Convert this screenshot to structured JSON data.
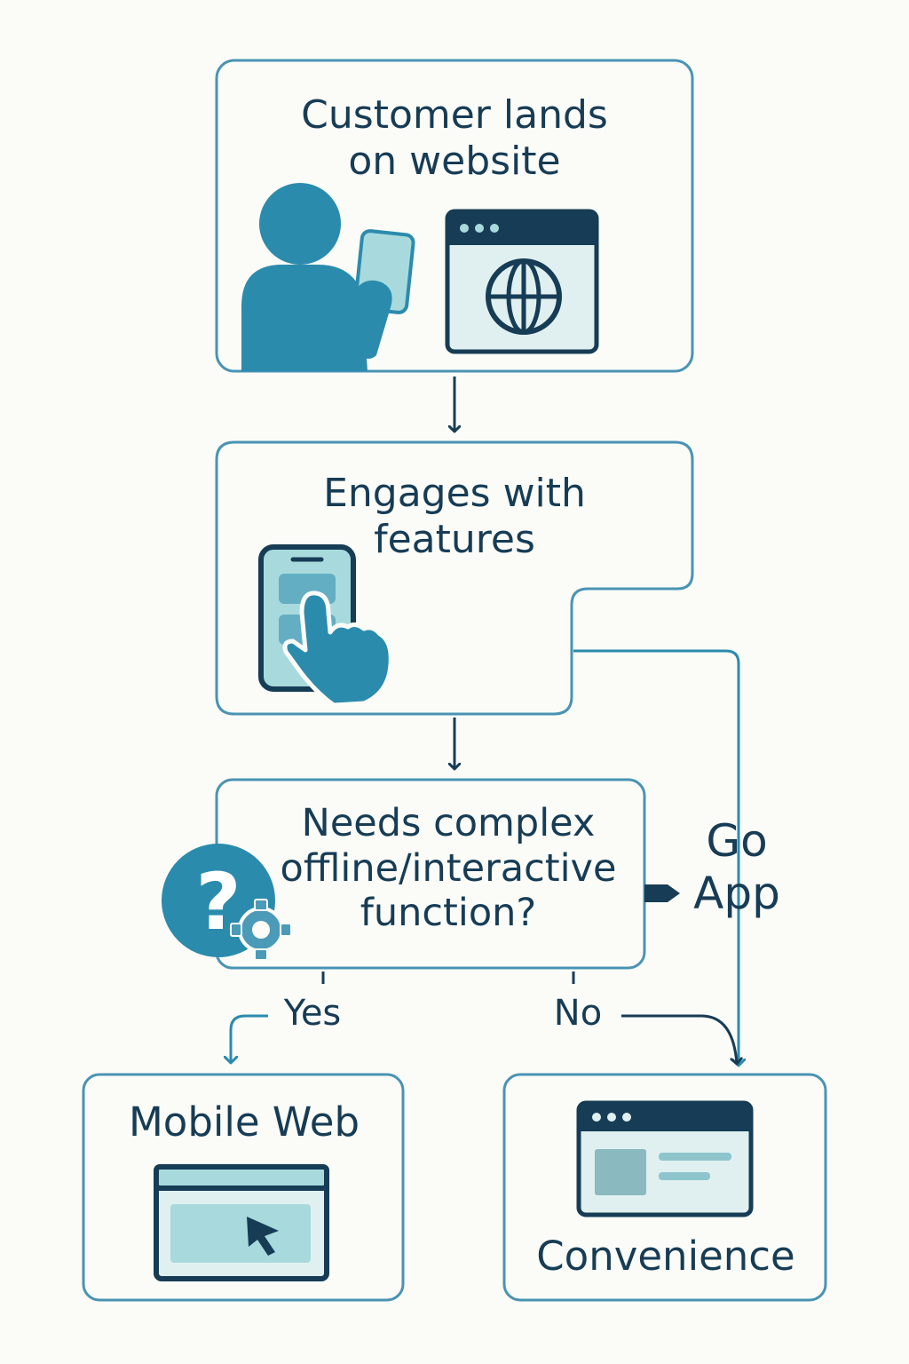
{
  "nodes": {
    "start": {
      "label": "Customer lands on website"
    },
    "engage": {
      "label": "Engages with features"
    },
    "decision": {
      "label": "Needs complex offline/interactive function?"
    },
    "mobile_web": {
      "label": "Mobile Web"
    },
    "convenience": {
      "label": "Convenience"
    }
  },
  "edges": {
    "go_app": {
      "label": "Go App"
    },
    "yes": {
      "label": "Yes"
    },
    "no": {
      "label": "No"
    }
  },
  "icons": [
    "person-icon",
    "phone-icon",
    "browser-globe-icon",
    "phone-tap-icon",
    "question-icon",
    "gear-icon",
    "browser-cursor-icon",
    "app-window-icon"
  ],
  "colors": {
    "ink": "#173c55",
    "teal": "#2b8bad",
    "light_teal": "#a8dadd",
    "pale_teal": "#e0f0f0",
    "box_border": "#4a93b3",
    "background": "#fbfcf8"
  }
}
